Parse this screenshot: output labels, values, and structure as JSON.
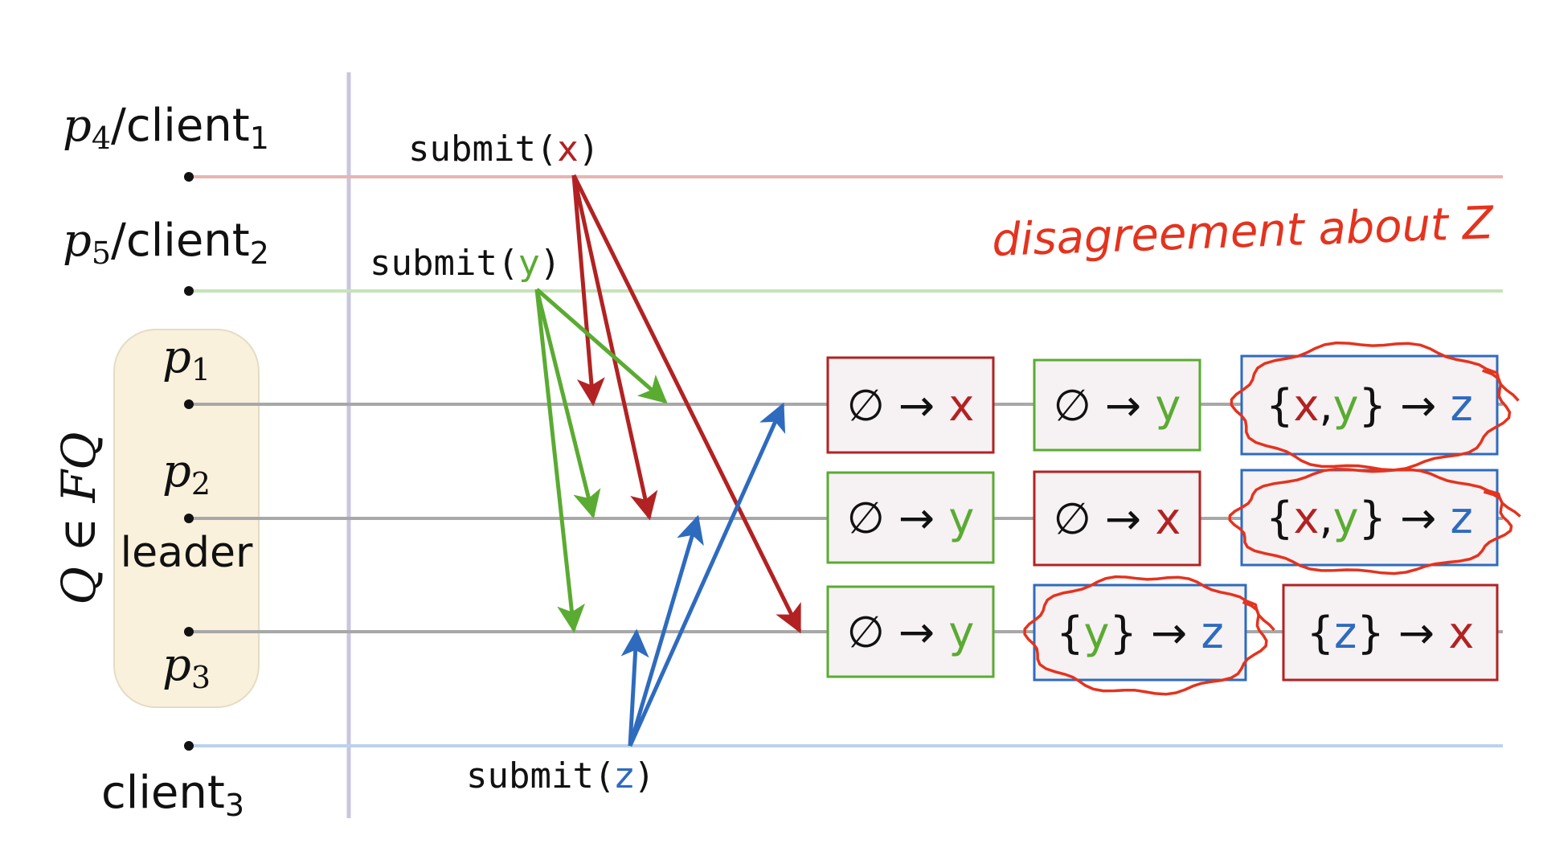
{
  "colors": {
    "x": "#b22222",
    "y": "#5aab32",
    "z": "#2e6bbf",
    "ink": "#111111",
    "axis": "#a0a0a0",
    "divider": "#c9c6dc",
    "quorum_fill": "#f9f1dc",
    "quorum_stroke": "#e4dcc4",
    "box_fill": "#f6f1f3",
    "annotation": "#e4331e"
  },
  "processes": [
    {
      "id": "p4",
      "var": "p",
      "sub": "4",
      "suffix": "/client",
      "suffix_sub": "1",
      "line_color": "#e8b4b4"
    },
    {
      "id": "p5",
      "var": "p",
      "sub": "5",
      "suffix": "/client",
      "suffix_sub": "2",
      "line_color": "#c6e3b7"
    },
    {
      "id": "p1",
      "var": "p",
      "sub": "1",
      "line_color": "#a8a8a8"
    },
    {
      "id": "p2",
      "var": "p",
      "sub": "2",
      "extra": "leader",
      "line_color": "#a8a8a8"
    },
    {
      "id": "p3",
      "var": "p",
      "sub": "3",
      "line_color": "#a8a8a8"
    },
    {
      "id": "client3",
      "label": "client",
      "label_sub": "3",
      "line_color": "#bcd2ec"
    }
  ],
  "quorum_label": "Q ∈ FQ",
  "submits": [
    {
      "id": "submit-x",
      "fn": "submit(",
      "arg": "x",
      "close": ")",
      "color_key": "x"
    },
    {
      "id": "submit-y",
      "fn": "submit(",
      "arg": "y",
      "close": ")",
      "color_key": "y"
    },
    {
      "id": "submit-z",
      "fn": "submit(",
      "arg": "z",
      "close": ")",
      "color_key": "z"
    }
  ],
  "boxes": [
    {
      "row": "p1",
      "border_key": "x",
      "parts": [
        {
          "t": "∅ → "
        },
        {
          "t": "x",
          "c": "x"
        }
      ]
    },
    {
      "row": "p1",
      "border_key": "y",
      "parts": [
        {
          "t": "∅ → "
        },
        {
          "t": "y",
          "c": "y"
        }
      ]
    },
    {
      "row": "p1",
      "border_key": "z",
      "circled": true,
      "parts": [
        {
          "t": "{"
        },
        {
          "t": "x",
          "c": "x"
        },
        {
          "t": ","
        },
        {
          "t": "y",
          "c": "y"
        },
        {
          "t": "} → "
        },
        {
          "t": "z",
          "c": "z"
        }
      ]
    },
    {
      "row": "p2",
      "border_key": "y",
      "parts": [
        {
          "t": "∅ → "
        },
        {
          "t": "y",
          "c": "y"
        }
      ]
    },
    {
      "row": "p2",
      "border_key": "x",
      "parts": [
        {
          "t": "∅ → "
        },
        {
          "t": "x",
          "c": "x"
        }
      ]
    },
    {
      "row": "p2",
      "border_key": "z",
      "circled": true,
      "parts": [
        {
          "t": "{"
        },
        {
          "t": "x",
          "c": "x"
        },
        {
          "t": ","
        },
        {
          "t": "y",
          "c": "y"
        },
        {
          "t": "} → "
        },
        {
          "t": "z",
          "c": "z"
        }
      ]
    },
    {
      "row": "p3",
      "border_key": "y",
      "parts": [
        {
          "t": "∅ → "
        },
        {
          "t": "y",
          "c": "y"
        }
      ]
    },
    {
      "row": "p3",
      "border_key": "z",
      "circled": true,
      "parts": [
        {
          "t": "{"
        },
        {
          "t": "y",
          "c": "y"
        },
        {
          "t": "} → "
        },
        {
          "t": "z",
          "c": "z"
        }
      ]
    },
    {
      "row": "p3",
      "border_key": "x",
      "parts": [
        {
          "t": "{"
        },
        {
          "t": "z",
          "c": "z"
        },
        {
          "t": "} → "
        },
        {
          "t": "x",
          "c": "x"
        }
      ]
    }
  ],
  "annotation": "disagreement about Z"
}
